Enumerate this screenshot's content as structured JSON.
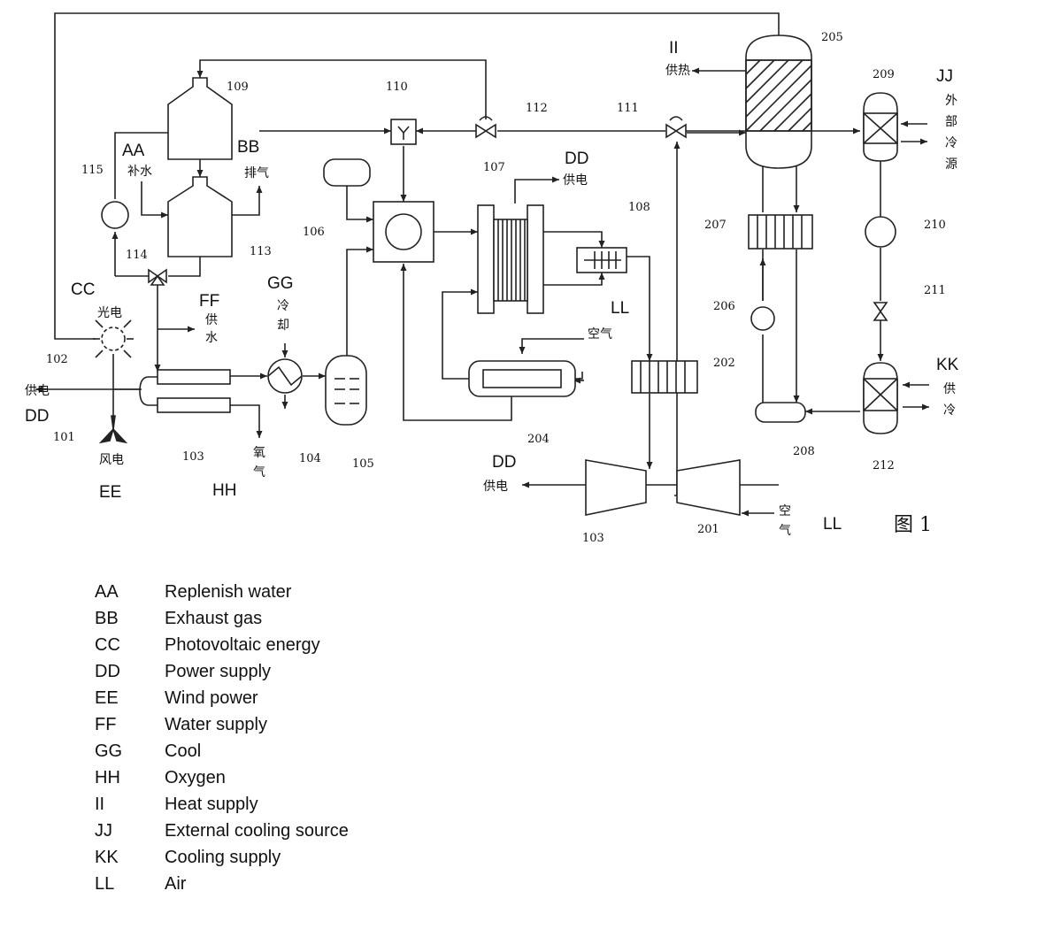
{
  "labels": {
    "n101": "101",
    "n102": "102",
    "n103": "103",
    "n104": "104",
    "n105": "105",
    "n106": "106",
    "n107": "107",
    "n108": "108",
    "n109": "109",
    "n110": "110",
    "n111": "111",
    "n112": "112",
    "n113": "113",
    "n114": "114",
    "n115": "115",
    "n201": "201",
    "n202": "202",
    "n204": "204",
    "n205": "205",
    "n206": "206",
    "n207": "207",
    "n208": "208",
    "n209": "209",
    "n210": "210",
    "n211": "211",
    "n212": "212",
    "n103b": "103"
  },
  "codes": {
    "AA": "AA",
    "BB": "BB",
    "CC": "CC",
    "DD": "DD",
    "EE": "EE",
    "FF": "FF",
    "GG": "GG",
    "HH": "HH",
    "II": "II",
    "JJ": "JJ",
    "KK": "KK",
    "LL": "LL"
  },
  "chinese": {
    "bushui": "补水",
    "paiqi": "排气",
    "guangdian": "光电",
    "gongdian": "供电",
    "fengdian": "风电",
    "gongshui_1": "供",
    "gongshui_2": "水",
    "lengque_1": "冷",
    "lengque_2": "却",
    "yangqi_1": "氧",
    "yangqi_2": "气",
    "kongqi": "空气",
    "kongqi_1": "空",
    "kongqi_2": "气",
    "gongre": "供热",
    "waibu_1": "外",
    "waibu_2": "部",
    "waibu_3": "冷",
    "waibu_4": "源",
    "gongleng_1": "供",
    "gongleng_2": "冷",
    "figure": "图 1"
  },
  "legend": [
    {
      "code": "AA",
      "text": "Replenish water"
    },
    {
      "code": "BB",
      "text": "Exhaust gas"
    },
    {
      "code": "CC",
      "text": "Photovoltaic energy"
    },
    {
      "code": "DD",
      "text": "Power supply"
    },
    {
      "code": "EE",
      "text": "Wind power"
    },
    {
      "code": "FF",
      "text": "Water supply"
    },
    {
      "code": "GG",
      "text": "Cool"
    },
    {
      "code": "HH",
      "text": "Oxygen"
    },
    {
      "code": "II",
      "text": "Heat supply"
    },
    {
      "code": "JJ",
      "text": "External cooling source"
    },
    {
      "code": "KK",
      "text": "Cooling supply"
    },
    {
      "code": "LL",
      "text": "Air"
    }
  ]
}
